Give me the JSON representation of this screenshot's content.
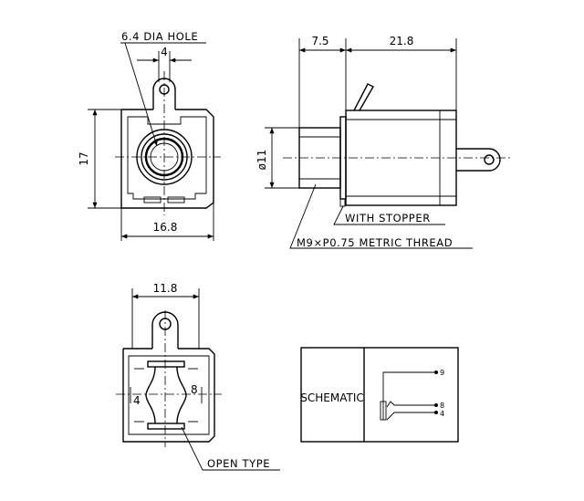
{
  "front_view": {
    "hole_label": "6.4 DIA HOLE",
    "dim_top": "4",
    "dim_height": "17",
    "dim_width": "16.8"
  },
  "side_view": {
    "dim_left": "7.5",
    "dim_right": "21.8",
    "dim_diameter": "ø11",
    "stopper_label": "WITH STOPPER",
    "thread_label": "M9×P0.75 METRIC THREAD"
  },
  "bottom_view": {
    "dim_width": "11.8",
    "pin_left": "4",
    "pin_right": "8",
    "open_label": "OPEN TYPE"
  },
  "schematic": {
    "title": "SCHEMATIC",
    "pin_top": "9",
    "pin_mid": "8",
    "pin_bot": "4"
  }
}
